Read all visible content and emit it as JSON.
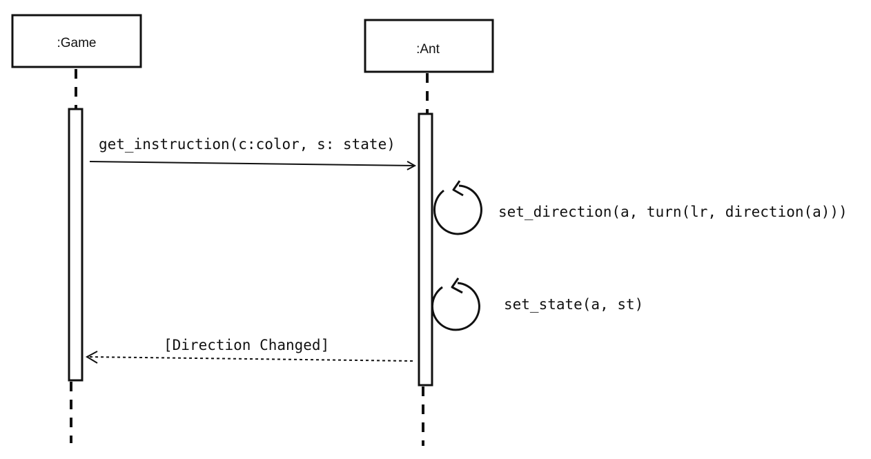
{
  "participants": [
    {
      "label": ":Game"
    },
    {
      "label": ":Ant"
    }
  ],
  "messages": {
    "call": {
      "label": "get_instruction(c:color, s: state)"
    },
    "self_direction": {
      "label": "set_direction(a, turn(lr, direction(a)))"
    },
    "self_state": {
      "label": "set_state(a, st)"
    },
    "return": {
      "label": "[Direction Changed]"
    }
  }
}
